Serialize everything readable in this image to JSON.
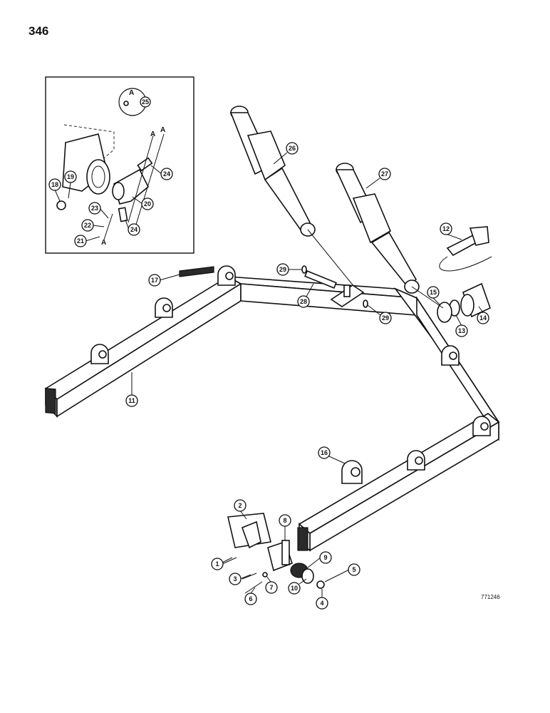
{
  "page_number": "346",
  "drawing_code": "771246",
  "detail_view_label": "A",
  "reference_letters": [
    "A",
    "A",
    "A"
  ],
  "callouts": [
    "1",
    "2",
    "3",
    "4",
    "5",
    "6",
    "7",
    "8",
    "9",
    "10",
    "11",
    "12",
    "13",
    "14",
    "15",
    "16",
    "17",
    "18",
    "19",
    "20",
    "21",
    "22",
    "23",
    "24",
    "24",
    "25",
    "26",
    "27",
    "28",
    "29",
    "29"
  ]
}
